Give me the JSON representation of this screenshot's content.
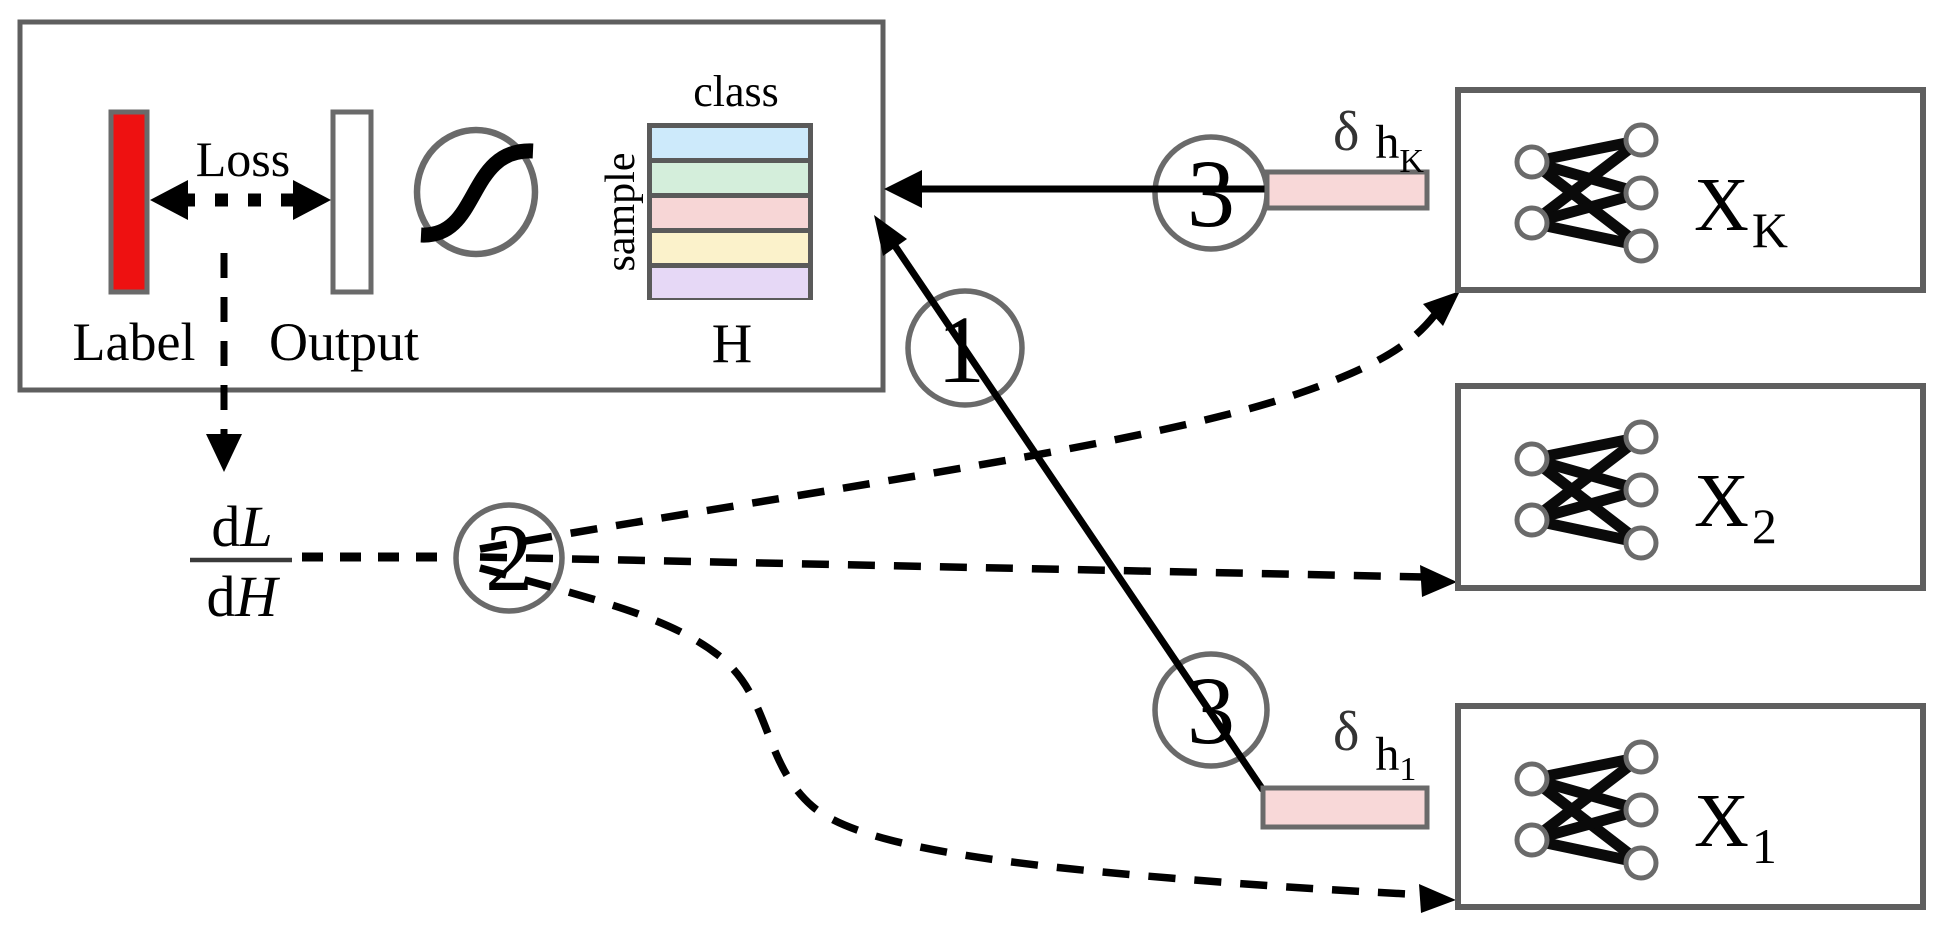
{
  "server": {
    "label_text": "Label",
    "output_text": "Output",
    "loss_text": "Loss",
    "matrix_name": "H",
    "matrix_col_header": "class",
    "matrix_row_header": "sample",
    "row_colors": [
      "#cdeafb",
      "#d4eedb",
      "#f7d6d6",
      "#fbf2cb",
      "#e6d8f6"
    ]
  },
  "gradient": {
    "d": "d",
    "numerator": "L",
    "denominator": "H"
  },
  "steps": {
    "one": "1",
    "two": "2",
    "three": "3"
  },
  "delta_top": {
    "delta": "δ",
    "base": "h",
    "sub": "K"
  },
  "delta_bottom": {
    "delta": "δ",
    "base": "h",
    "sub": "1"
  },
  "clients": {
    "top": {
      "base": "X",
      "sub": "K"
    },
    "middle": {
      "base": "X",
      "sub": "2"
    },
    "bottom": {
      "base": "X",
      "sub": "1"
    }
  },
  "colors": {
    "label_red": "#ee1111",
    "delta_pink": "#f8d8d8",
    "matrix_border": "#5a5a5a",
    "line_gray": "#636363"
  }
}
